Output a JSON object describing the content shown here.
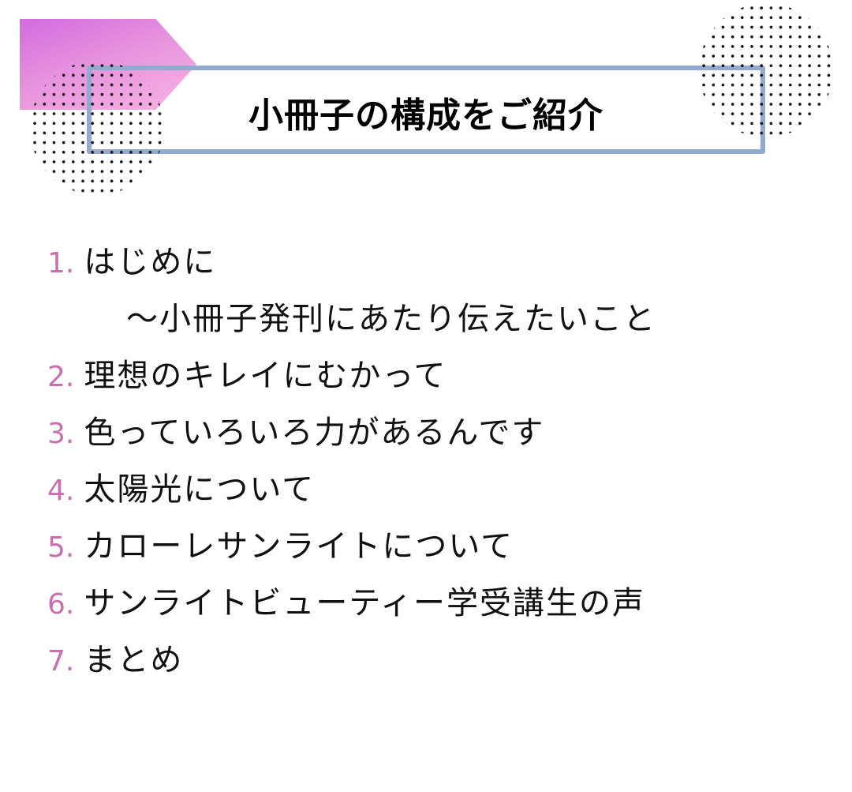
{
  "title": "小冊子の構成をご紹介",
  "accent_color": "#c86fae",
  "frame_color": "#94a9d0",
  "items": [
    {
      "num": "1.",
      "text": "はじめに",
      "subtitle": "～小冊子発刊にあたり伝えたいこと"
    },
    {
      "num": "2.",
      "text": "理想のキレイにむかって"
    },
    {
      "num": "3.",
      "text": "色っていろいろ力があるんです"
    },
    {
      "num": "4.",
      "text": "太陽光について"
    },
    {
      "num": "5.",
      "text": "カローレサンライトについて"
    },
    {
      "num": "6.",
      "text": "サンライトビューティー学受講生の声"
    },
    {
      "num": "7.",
      "text": "まとめ"
    }
  ]
}
